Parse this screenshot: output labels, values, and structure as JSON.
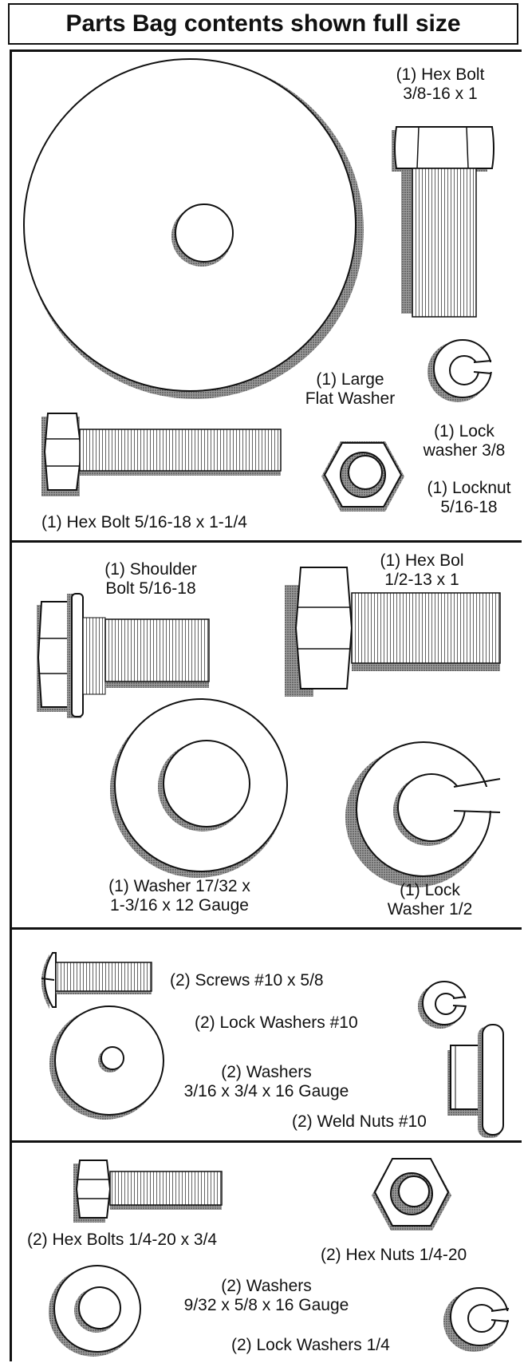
{
  "title": "Parts Bag contents shown full size",
  "sections": [
    {
      "items": [
        {
          "line1": "(1) Hex Bolt",
          "line2": "3/8-16 x 1"
        },
        {
          "line1": "(1) Large",
          "line2": "Flat Washer"
        },
        {
          "line1": "(1) Lock",
          "line2": "washer  3/8"
        },
        {
          "line1": "(1) Locknut",
          "line2": "5/16-18"
        },
        {
          "line1": "(1) Hex Bolt  5/16-18 x 1-1/4"
        }
      ]
    },
    {
      "items": [
        {
          "line1": "(1) Shoulder",
          "line2": "Bolt  5/16-18"
        },
        {
          "line1": "(1) Hex Bol",
          "line2": "1/2-13 x 1"
        },
        {
          "line1": "(1) Washer  17/32 x",
          "line2": "1-3/16 x 12 Gauge"
        },
        {
          "line1": "(1) Lock",
          "line2": "Washer  1/2"
        }
      ]
    },
    {
      "items": [
        {
          "line1": "(2) Screws  #10 x 5/8"
        },
        {
          "line1": "(2) Lock Washers  #10"
        },
        {
          "line1": "(2) Washers",
          "line2": "3/16 x 3/4 x 16 Gauge"
        },
        {
          "line1": "(2) Weld Nuts  #10"
        }
      ]
    },
    {
      "items": [
        {
          "line1": "(2) Hex Bolts  1/4-20 x 3/4"
        },
        {
          "line1": "(2) Hex Nuts  1/4-20"
        },
        {
          "line1": "(2) Washers",
          "line2": "9/32  x 5/8 x 16 Gauge"
        },
        {
          "line1": "(2) Lock Washers  1/4"
        }
      ]
    }
  ]
}
